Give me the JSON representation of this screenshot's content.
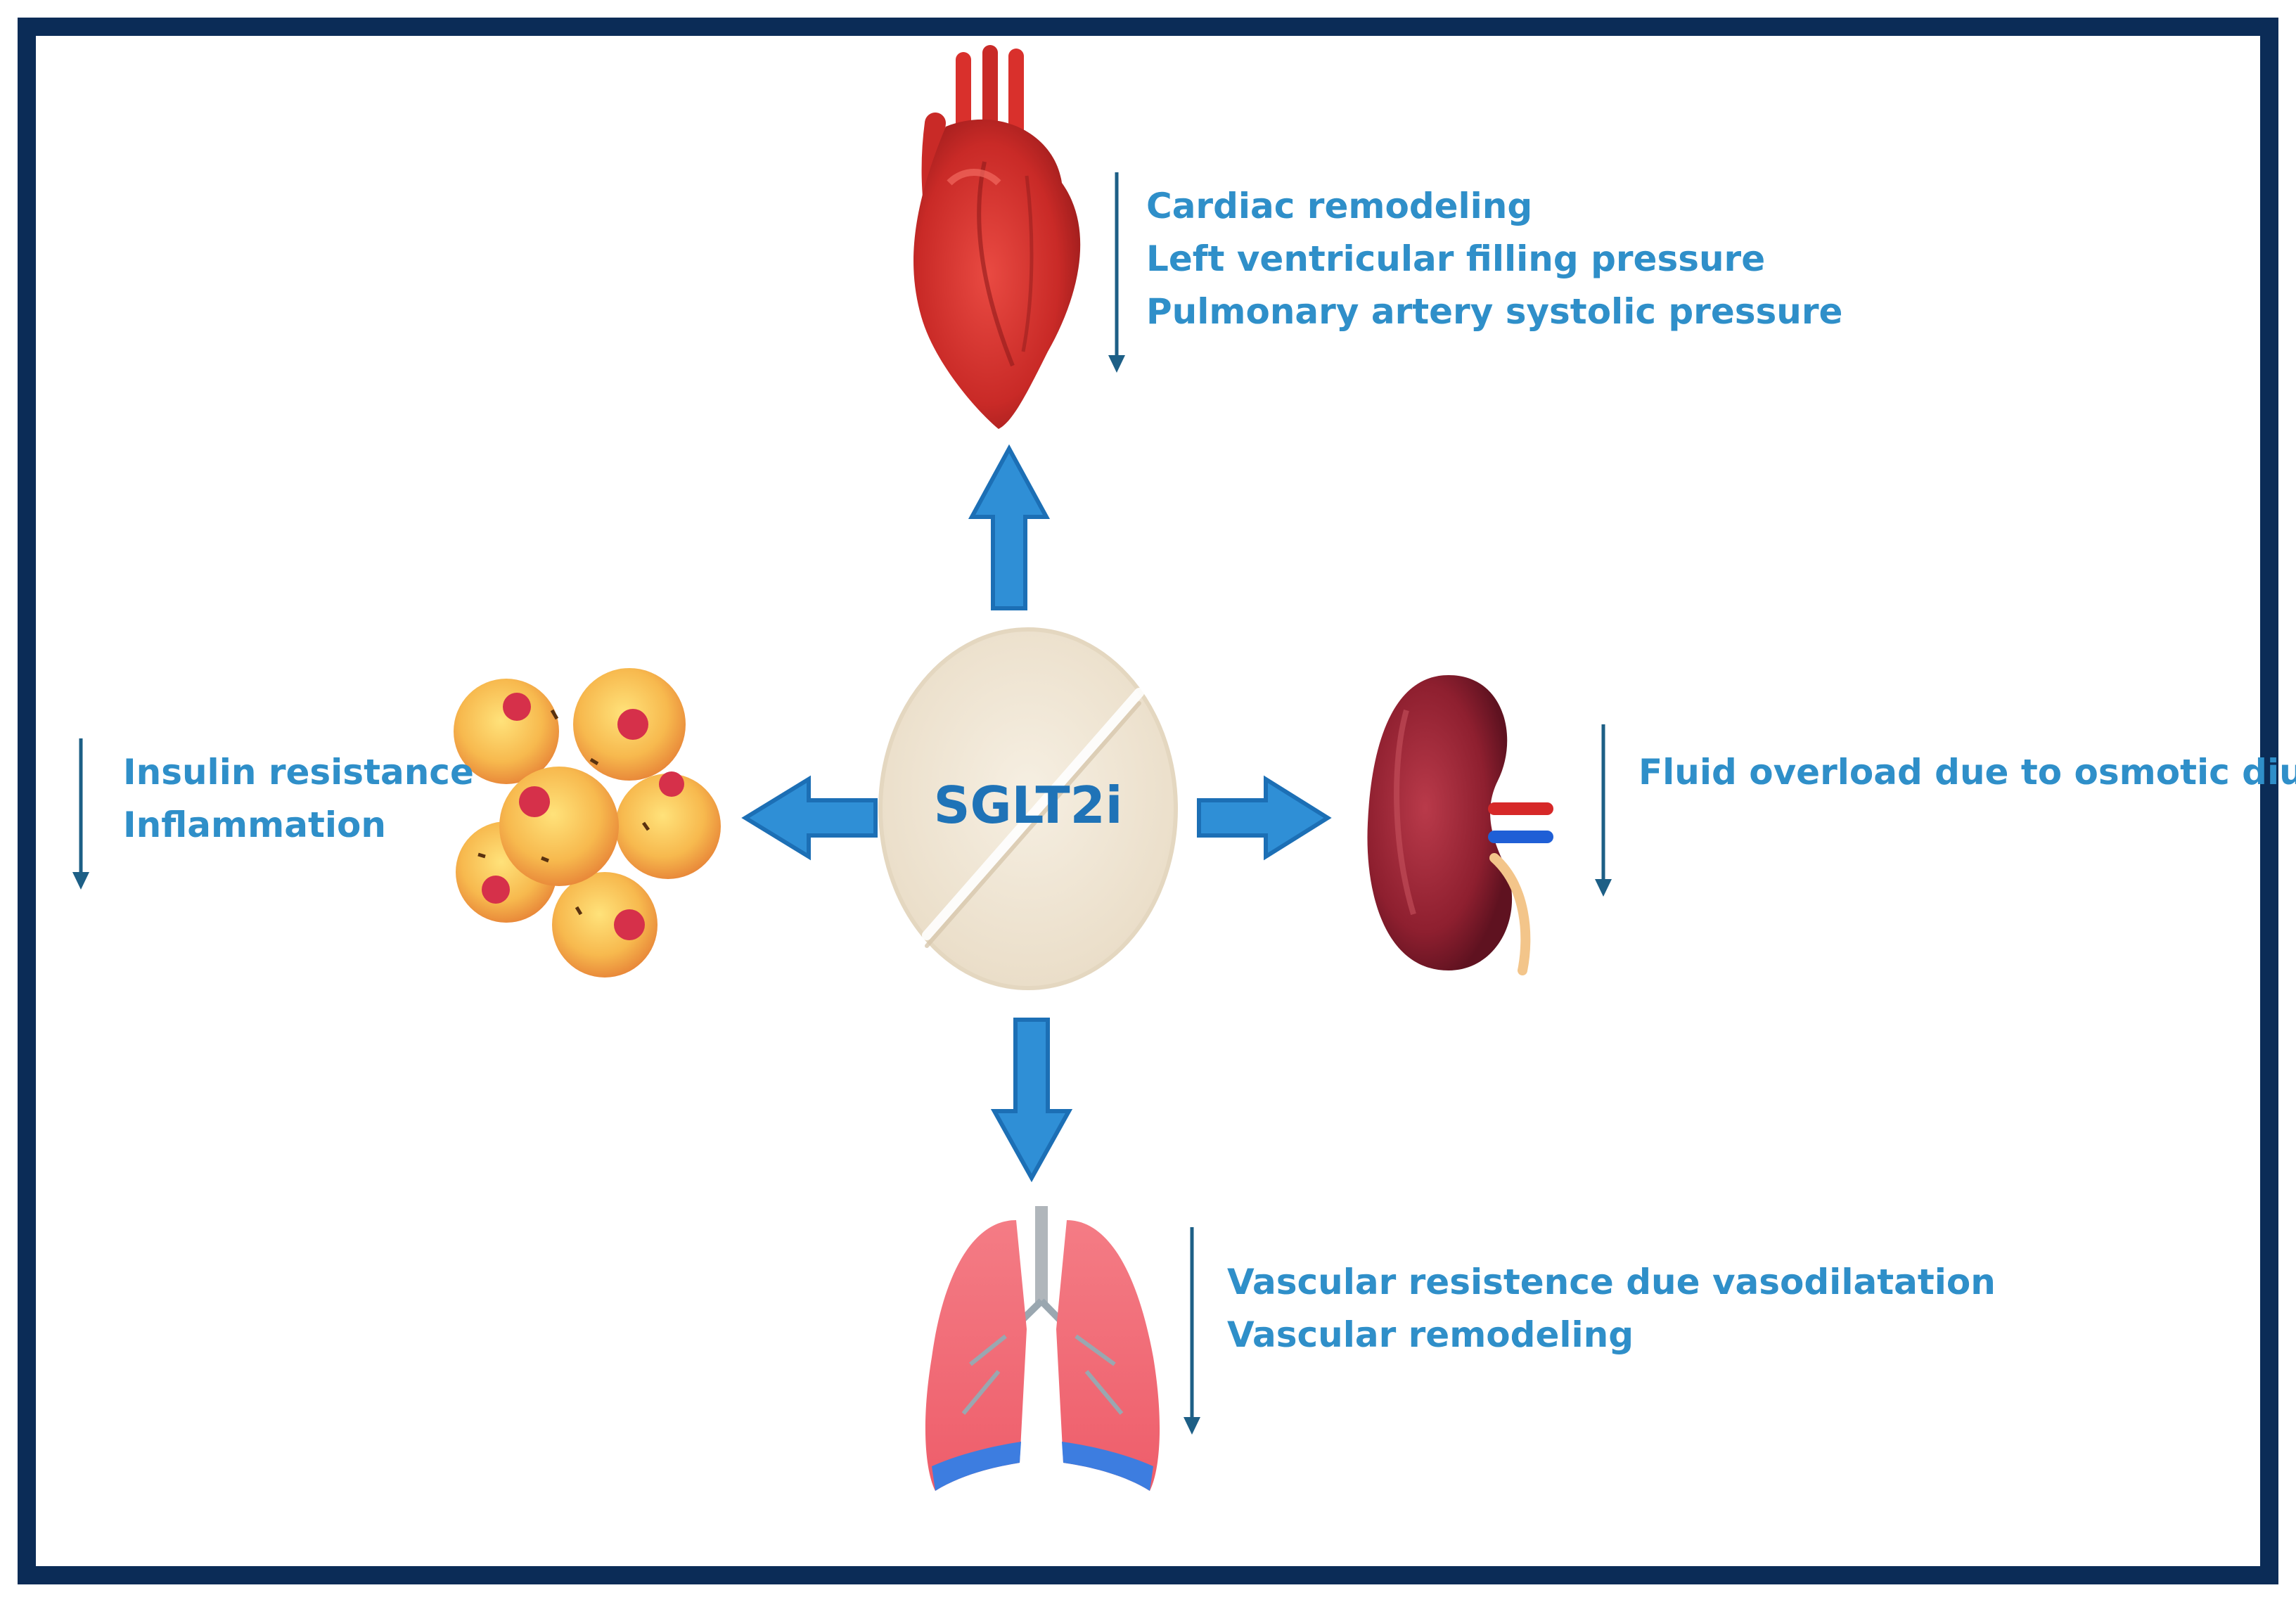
{
  "center": {
    "label": "SGLT2i"
  },
  "heart": {
    "effects": [
      "Cardiac remodeling",
      "Left ventricular filling pressure",
      "Pulmonary artery systolic pressure"
    ]
  },
  "adipose": {
    "effects": [
      "Insulin resistance",
      "Inflammation"
    ]
  },
  "kidney": {
    "effects": [
      "Fluid overload due to osmotic diuresis"
    ]
  },
  "lungs": {
    "effects": [
      "Vascular resistence due vasodilatation",
      "Vascular remodeling"
    ]
  },
  "colors": {
    "frame": "#0b2c57",
    "arrow_fill": "#2f8fd6",
    "arrow_stroke": "#1c6fb5",
    "text": "#2f8fc9",
    "down_arrow": "#1d5f86"
  }
}
